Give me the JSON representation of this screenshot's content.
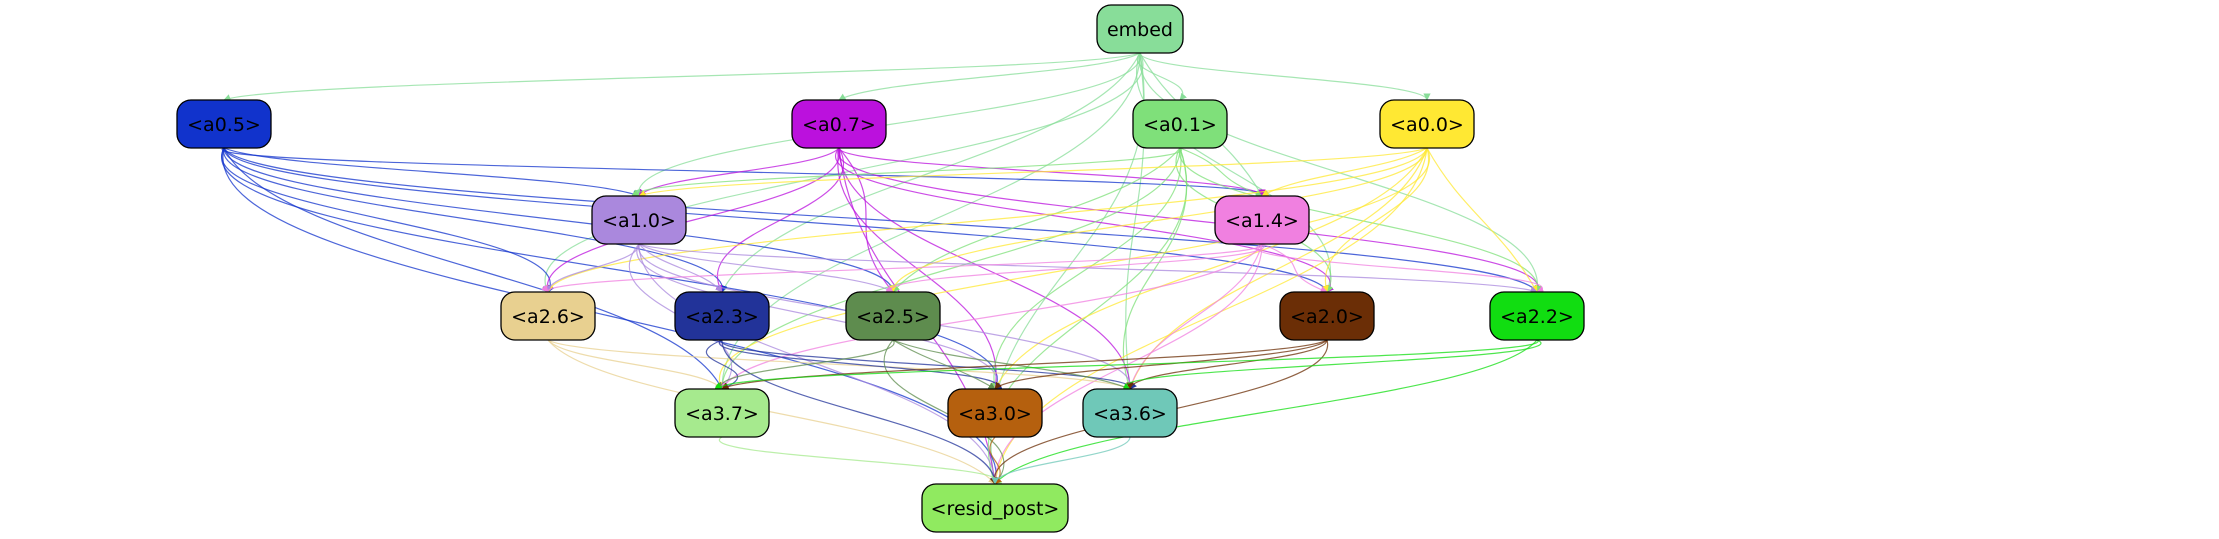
{
  "nodes": [
    {
      "id": "embed",
      "label": "embed",
      "color": "#88dd99"
    },
    {
      "id": "a0_5",
      "label": "<a0.5>",
      "color": "#1133cc"
    },
    {
      "id": "a0_7",
      "label": "<a0.7>",
      "color": "#bb11dd"
    },
    {
      "id": "a0_1",
      "label": "<a0.1>",
      "color": "#7fe07a"
    },
    {
      "id": "a0_0",
      "label": "<a0.0>",
      "color": "#ffe833"
    },
    {
      "id": "a1_0",
      "label": "<a1.0>",
      "color": "#aa88dd"
    },
    {
      "id": "a1_4",
      "label": "<a1.4>",
      "color": "#f080e0"
    },
    {
      "id": "a2_6",
      "label": "<a2.6>",
      "color": "#e8d090"
    },
    {
      "id": "a2_3",
      "label": "<a2.3>",
      "color": "#223399"
    },
    {
      "id": "a2_5",
      "label": "<a2.5>",
      "color": "#5e8c4e"
    },
    {
      "id": "a2_0",
      "label": "<a2.0>",
      "color": "#6b2e06"
    },
    {
      "id": "a2_2",
      "label": "<a2.2>",
      "color": "#11dd11"
    },
    {
      "id": "a3_7",
      "label": "<a3.7>",
      "color": "#a6ea8e"
    },
    {
      "id": "a3_0",
      "label": "<a3.0>",
      "color": "#b5600e"
    },
    {
      "id": "a3_6",
      "label": "<a3.6>",
      "color": "#6fc8b8"
    },
    {
      "id": "resid_post",
      "label": "<resid_post>",
      "color": "#90ea60"
    }
  ],
  "edges": [
    {
      "from": "embed",
      "to": "a0_5",
      "color": "#88dd99"
    },
    {
      "from": "embed",
      "to": "a0_7",
      "color": "#88dd99"
    },
    {
      "from": "embed",
      "to": "a0_1",
      "color": "#88dd99"
    },
    {
      "from": "embed",
      "to": "a0_0",
      "color": "#88dd99"
    },
    {
      "from": "embed",
      "to": "a1_0",
      "color": "#88dd99"
    },
    {
      "from": "embed",
      "to": "a1_4",
      "color": "#88dd99"
    },
    {
      "from": "embed",
      "to": "a2_6",
      "color": "#88dd99"
    },
    {
      "from": "embed",
      "to": "a2_3",
      "color": "#88dd99"
    },
    {
      "from": "embed",
      "to": "a2_0",
      "color": "#88dd99"
    },
    {
      "from": "embed",
      "to": "a2_2",
      "color": "#88dd99"
    },
    {
      "from": "embed",
      "to": "a3_7",
      "color": "#88dd99"
    },
    {
      "from": "embed",
      "to": "a3_6",
      "color": "#88dd99"
    },
    {
      "from": "embed",
      "to": "resid_post",
      "color": "#88dd99"
    },
    {
      "from": "a0_5",
      "to": "a1_0",
      "color": "#1133cc"
    },
    {
      "from": "a0_5",
      "to": "a1_4",
      "color": "#1133cc"
    },
    {
      "from": "a0_5",
      "to": "a2_6",
      "color": "#1133cc"
    },
    {
      "from": "a0_5",
      "to": "a2_3",
      "color": "#1133cc"
    },
    {
      "from": "a0_5",
      "to": "a2_5",
      "color": "#1133cc"
    },
    {
      "from": "a0_5",
      "to": "a2_0",
      "color": "#1133cc"
    },
    {
      "from": "a0_5",
      "to": "a2_2",
      "color": "#1133cc"
    },
    {
      "from": "a0_5",
      "to": "a3_7",
      "color": "#1133cc"
    },
    {
      "from": "a0_5",
      "to": "a3_0",
      "color": "#1133cc"
    },
    {
      "from": "a0_5",
      "to": "resid_post",
      "color": "#1133cc"
    },
    {
      "from": "a0_7",
      "to": "a1_0",
      "color": "#bb11dd"
    },
    {
      "from": "a0_7",
      "to": "a1_4",
      "color": "#bb11dd"
    },
    {
      "from": "a0_7",
      "to": "a2_6",
      "color": "#bb11dd"
    },
    {
      "from": "a0_7",
      "to": "a2_3",
      "color": "#bb11dd"
    },
    {
      "from": "a0_7",
      "to": "a2_5",
      "color": "#bb11dd"
    },
    {
      "from": "a0_7",
      "to": "a2_0",
      "color": "#bb11dd"
    },
    {
      "from": "a0_7",
      "to": "a2_2",
      "color": "#bb11dd"
    },
    {
      "from": "a0_7",
      "to": "a3_0",
      "color": "#bb11dd"
    },
    {
      "from": "a0_7",
      "to": "a3_6",
      "color": "#bb11dd"
    },
    {
      "from": "a0_7",
      "to": "resid_post",
      "color": "#bb11dd"
    },
    {
      "from": "a0_1",
      "to": "a1_0",
      "color": "#7fe07a"
    },
    {
      "from": "a0_1",
      "to": "a1_4",
      "color": "#7fe07a"
    },
    {
      "from": "a0_1",
      "to": "a2_5",
      "color": "#7fe07a"
    },
    {
      "from": "a0_1",
      "to": "a2_0",
      "color": "#7fe07a"
    },
    {
      "from": "a0_1",
      "to": "a2_2",
      "color": "#7fe07a"
    },
    {
      "from": "a0_1",
      "to": "a3_7",
      "color": "#7fe07a"
    },
    {
      "from": "a0_1",
      "to": "a3_0",
      "color": "#7fe07a"
    },
    {
      "from": "a0_1",
      "to": "a3_6",
      "color": "#7fe07a"
    },
    {
      "from": "a0_1",
      "to": "resid_post",
      "color": "#7fe07a"
    },
    {
      "from": "a0_0",
      "to": "a1_0",
      "color": "#ffe833"
    },
    {
      "from": "a0_0",
      "to": "a1_4",
      "color": "#ffe833"
    },
    {
      "from": "a0_0",
      "to": "a2_6",
      "color": "#ffe833"
    },
    {
      "from": "a0_0",
      "to": "a2_5",
      "color": "#ffe833"
    },
    {
      "from": "a0_0",
      "to": "a2_0",
      "color": "#ffe833"
    },
    {
      "from": "a0_0",
      "to": "a2_2",
      "color": "#ffe833"
    },
    {
      "from": "a0_0",
      "to": "a3_7",
      "color": "#ffe833"
    },
    {
      "from": "a0_0",
      "to": "a3_0",
      "color": "#ffe833"
    },
    {
      "from": "a0_0",
      "to": "a3_6",
      "color": "#ffe833"
    },
    {
      "from": "a0_0",
      "to": "resid_post",
      "color": "#ffe833"
    },
    {
      "from": "a1_0",
      "to": "a2_6",
      "color": "#aa88dd"
    },
    {
      "from": "a1_0",
      "to": "a2_3",
      "color": "#aa88dd"
    },
    {
      "from": "a1_0",
      "to": "a2_5",
      "color": "#aa88dd"
    },
    {
      "from": "a1_0",
      "to": "a2_2",
      "color": "#aa88dd"
    },
    {
      "from": "a1_0",
      "to": "a3_7",
      "color": "#aa88dd"
    },
    {
      "from": "a1_0",
      "to": "a3_0",
      "color": "#aa88dd"
    },
    {
      "from": "a1_0",
      "to": "a3_6",
      "color": "#aa88dd"
    },
    {
      "from": "a1_0",
      "to": "resid_post",
      "color": "#aa88dd"
    },
    {
      "from": "a1_4",
      "to": "a2_6",
      "color": "#f080e0"
    },
    {
      "from": "a1_4",
      "to": "a2_5",
      "color": "#f080e0"
    },
    {
      "from": "a1_4",
      "to": "a2_0",
      "color": "#f080e0"
    },
    {
      "from": "a1_4",
      "to": "a2_2",
      "color": "#f080e0"
    },
    {
      "from": "a1_4",
      "to": "a3_7",
      "color": "#f080e0"
    },
    {
      "from": "a1_4",
      "to": "a3_6",
      "color": "#f080e0"
    },
    {
      "from": "a1_4",
      "to": "resid_post",
      "color": "#f080e0"
    },
    {
      "from": "a2_6",
      "to": "a3_7",
      "color": "#e8d090"
    },
    {
      "from": "a2_6",
      "to": "a3_6",
      "color": "#e8d090"
    },
    {
      "from": "a2_6",
      "to": "resid_post",
      "color": "#e8d090"
    },
    {
      "from": "a2_3",
      "to": "a3_7",
      "color": "#223399"
    },
    {
      "from": "a2_3",
      "to": "a3_0",
      "color": "#223399"
    },
    {
      "from": "a2_3",
      "to": "a3_6",
      "color": "#223399"
    },
    {
      "from": "a2_3",
      "to": "resid_post",
      "color": "#223399"
    },
    {
      "from": "a2_5",
      "to": "a3_7",
      "color": "#5e8c4e"
    },
    {
      "from": "a2_5",
      "to": "a3_0",
      "color": "#5e8c4e"
    },
    {
      "from": "a2_5",
      "to": "a3_6",
      "color": "#5e8c4e"
    },
    {
      "from": "a2_5",
      "to": "resid_post",
      "color": "#5e8c4e"
    },
    {
      "from": "a2_0",
      "to": "a3_7",
      "color": "#6b2e06"
    },
    {
      "from": "a2_0",
      "to": "a3_0",
      "color": "#6b2e06"
    },
    {
      "from": "a2_0",
      "to": "a3_6",
      "color": "#6b2e06"
    },
    {
      "from": "a2_0",
      "to": "resid_post",
      "color": "#6b2e06"
    },
    {
      "from": "a2_2",
      "to": "a3_7",
      "color": "#11dd11"
    },
    {
      "from": "a2_2",
      "to": "a3_6",
      "color": "#11dd11"
    },
    {
      "from": "a2_2",
      "to": "resid_post",
      "color": "#11dd11"
    },
    {
      "from": "a3_7",
      "to": "resid_post",
      "color": "#a6ea8e"
    },
    {
      "from": "a3_0",
      "to": "resid_post",
      "color": "#b5600e"
    },
    {
      "from": "a3_6",
      "to": "resid_post",
      "color": "#6fc8b8"
    }
  ]
}
